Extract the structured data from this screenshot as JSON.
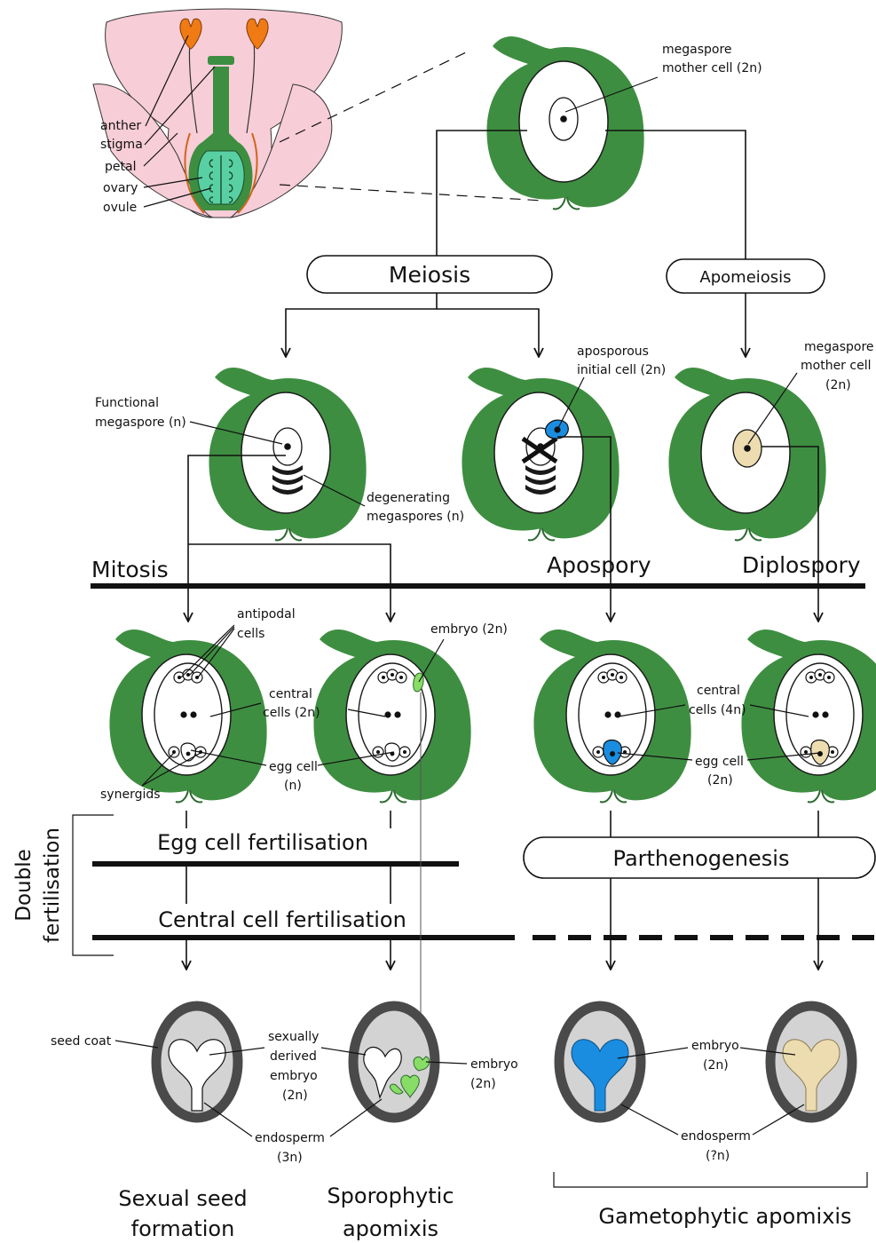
{
  "colors": {
    "integument": "#3e8e41",
    "petal": "#f7cdd8",
    "anther": "#f07a14",
    "ovary": "#58d0a4",
    "apospory": "#1a8de0",
    "diplospory": "#ecdcb0",
    "embryo_green": "#88dd66",
    "seed_coat": "#4a4a4a",
    "endosperm": "#d3d3d3"
  },
  "flower": {
    "labels": [
      "anther",
      "stigma",
      "petal",
      "ovary",
      "ovule"
    ]
  },
  "top_cell_label": [
    "megaspore",
    "mother cell (2n)"
  ],
  "stages": {
    "meiosis": "Meiosis",
    "apomeiosis": "Apomeiosis",
    "mitosis": "Mitosis",
    "apospory": "Apospory",
    "diplospory": "Diplospory",
    "double_fertilisation": [
      "Double",
      "fertilisation"
    ],
    "egg_cell_fertilisation": "Egg cell fertilisation",
    "central_cell_fertilisation": "Central cell fertilisation",
    "parthenogenesis": "Parthenogenesis"
  },
  "row2_labels": {
    "functional_megaspore": [
      "Functional",
      "megaspore (n)"
    ],
    "degenerating": [
      "degenerating",
      "megaspores (n)"
    ],
    "aposporous": [
      "aposporous",
      "initial cell (2n)"
    ],
    "mmc": [
      "megaspore",
      "mother cell",
      "(2n)"
    ]
  },
  "row3_labels": {
    "antipodal": [
      "antipodal",
      "cells"
    ],
    "central_2n": [
      "central",
      "cells (2n)"
    ],
    "egg_n": [
      "egg cell",
      "(n)"
    ],
    "synergids": "synergids",
    "embryo_2n": "embryo (2n)",
    "central_4n": [
      "central",
      "cells (4n)"
    ],
    "egg_2n": [
      "egg cell",
      "(2n)"
    ]
  },
  "row4_labels": {
    "seed_coat": "seed coat",
    "sexual_embryo": [
      "sexually",
      "derived",
      "embryo",
      "(2n)"
    ],
    "endosperm_3n": [
      "endosperm",
      "(3n)"
    ],
    "embryo_sporo": [
      "embryo",
      "(2n)"
    ],
    "embryo_game": [
      "embryo",
      "(2n)"
    ],
    "endosperm_q": [
      "endosperm",
      "(?n)"
    ]
  },
  "outcomes": {
    "sexual": [
      "Sexual seed",
      "formation"
    ],
    "sporophytic": [
      "Sporophytic",
      "apomixis"
    ],
    "gametophytic": "Gametophytic apomixis"
  }
}
